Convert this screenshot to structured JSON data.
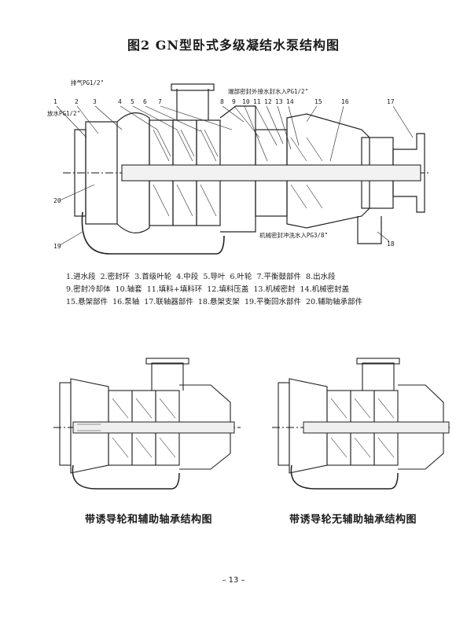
{
  "title": "图2   GN型卧式多级凝结水泵结构图",
  "main_drawing": {
    "callouts": [
      "1",
      "2",
      "3",
      "4",
      "5",
      "6",
      "7",
      "8",
      "9",
      "10",
      "11",
      "12",
      "13",
      "14",
      "15",
      "16",
      "17",
      "18",
      "19",
      "20"
    ],
    "notes": {
      "vent": "排气PG1/2\"",
      "drain": "放水PG1/2\"",
      "seal_water_in": "端部密封外接水封水入PG1/2\"",
      "mech_seal_flush": "机械密封冲洗水入PG3/8\""
    }
  },
  "legend": {
    "rows": [
      [
        "1.进水段",
        "2.密封环",
        "3.首级叶轮",
        "4.中段",
        "5.导叶",
        "6.叶轮",
        "7.平衡鼓部件",
        "8.出水段"
      ],
      [
        "9.密封冷却体",
        "10.轴套",
        "11.填料+填料环",
        "12.填料压盖",
        "13.机械密封",
        "14.机械密封盖"
      ],
      [
        "15.悬架部件",
        "16.泵轴",
        "17.联轴器部件",
        "18.悬架支架",
        "19.平衡回水部件",
        "20.辅助轴承部件"
      ]
    ]
  },
  "captions": {
    "left": "带诱导轮和辅助轴承结构图",
    "right": "带诱导轮无辅助轴承结构图"
  },
  "page_number": "– 13 –"
}
